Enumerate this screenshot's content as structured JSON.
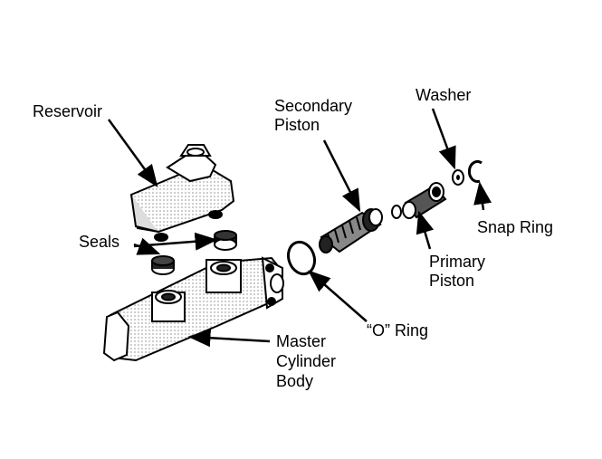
{
  "labels": {
    "reservoir": "Reservoir",
    "secondary_piston_1": "Secondary",
    "secondary_piston_2": "Piston",
    "washer": "Washer",
    "seals": "Seals",
    "snap_ring": "Snap Ring",
    "primary_piston_1": "Primary",
    "primary_piston_2": "Piston",
    "o_ring": "“O” Ring",
    "master_cylinder_1": "Master",
    "master_cylinder_2": "Cylinder",
    "master_cylinder_3": "Body"
  },
  "colors": {
    "ink": "#000000",
    "paper": "#ffffff",
    "shade": "#d8d8d8"
  }
}
